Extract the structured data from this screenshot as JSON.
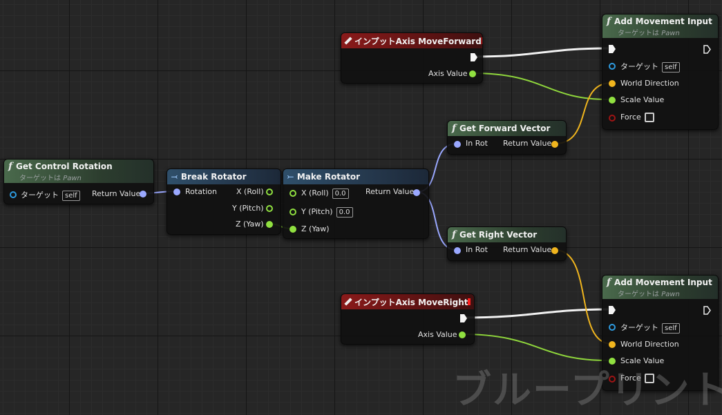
{
  "nodes": {
    "get_control_rotation": {
      "title": "Get Control Rotation",
      "subtitle_prefix": "ターゲットは",
      "subtitle_class": "Pawn",
      "target_label": "ターゲット",
      "self_label": "self",
      "return_label": "Return Value"
    },
    "break_rotator": {
      "title": "Break Rotator",
      "in_label": "Rotation",
      "out_x": "X (Roll)",
      "out_y": "Y (Pitch)",
      "out_z": "Z (Yaw)"
    },
    "make_rotator": {
      "title": "Make Rotator",
      "in_x": "X (Roll)",
      "in_x_value": "0.0",
      "in_y": "Y (Pitch)",
      "in_y_value": "0.0",
      "in_z": "Z (Yaw)",
      "return_label": "Return Value"
    },
    "input_move_forward": {
      "title": "インプットAxis MoveForward",
      "axis_label": "Axis Value"
    },
    "input_move_right": {
      "title": "インプットAxis MoveRight",
      "axis_label": "Axis Value"
    },
    "get_forward_vector": {
      "title": "Get Forward Vector",
      "in_label": "In Rot",
      "return_label": "Return Value"
    },
    "get_right_vector": {
      "title": "Get Right Vector",
      "in_label": "In Rot",
      "return_label": "Return Value"
    },
    "add_movement_top": {
      "title": "Add Movement Input",
      "subtitle_prefix": "ターゲットは",
      "subtitle_class": "Pawn",
      "target_label": "ターゲット",
      "self_label": "self",
      "world_dir": "World Direction",
      "scale": "Scale Value",
      "force": "Force"
    },
    "add_movement_bottom": {
      "title": "Add Movement Input",
      "subtitle_prefix": "ターゲットは",
      "subtitle_class": "Pawn",
      "target_label": "ターゲット",
      "self_label": "self",
      "world_dir": "World Direction",
      "scale": "Scale Value",
      "force": "Force"
    }
  },
  "watermark": "ブループリント",
  "colors": {
    "exec": "#f5f5f5",
    "float": "#90e040",
    "vector": "#f0b51e",
    "rotator": "#9aa8ff",
    "object": "#2e9be0"
  }
}
